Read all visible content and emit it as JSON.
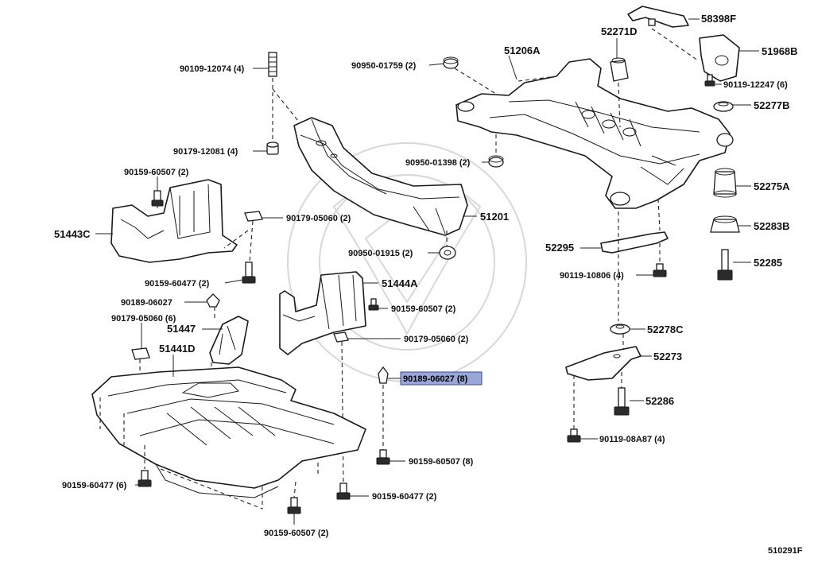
{
  "diagram_code": "510291F",
  "highlight_color": "#9aa6d8",
  "callouts": {
    "p_90109_12074": "90109-12074 (4)",
    "p_90179_12081": "90179-12081 (4)",
    "p_90159_60507_2_top": "90159-60507 (2)",
    "p_51443C": "51443C",
    "p_90179_05060_2_top": "90179-05060 (2)",
    "p_90159_60477_2_left": "90159-60477 (2)",
    "p_90189_06027": "90189-06027",
    "p_90179_05060_6": "90179-05060 (6)",
    "p_51447": "51447",
    "p_51441D": "51441D",
    "p_90159_60477_6": "90159-60477 (6)",
    "p_90159_60507_2_bottom": "90159-60507 (2)",
    "p_90950_01759": "90950-01759 (2)",
    "p_90950_01398": "90950-01398 (2)",
    "p_51201": "51201",
    "p_90950_01915": "90950-01915 (2)",
    "p_51444A": "51444A",
    "p_90159_60507_2_mid": "90159-60507 (2)",
    "p_90179_05060_2_mid": "90179-05060 (2)",
    "p_90189_06027_8": "90189-06027 (8)",
    "p_90159_60507_8": "90159-60507 (8)",
    "p_90159_60477_2_bottom": "90159-60477 (2)",
    "p_51206A": "51206A",
    "p_52271D": "52271D",
    "p_58398F": "58398F",
    "p_51968B": "51968B",
    "p_90119_12247": "90119-12247 (6)",
    "p_52277B": "52277B",
    "p_52275A": "52275A",
    "p_52283B": "52283B",
    "p_52285": "52285",
    "p_52295": "52295",
    "p_90119_10806": "90119-10806 (4)",
    "p_52278C": "52278C",
    "p_52273": "52273",
    "p_52286": "52286",
    "p_90119_08A87": "90119-08A87 (4)"
  }
}
